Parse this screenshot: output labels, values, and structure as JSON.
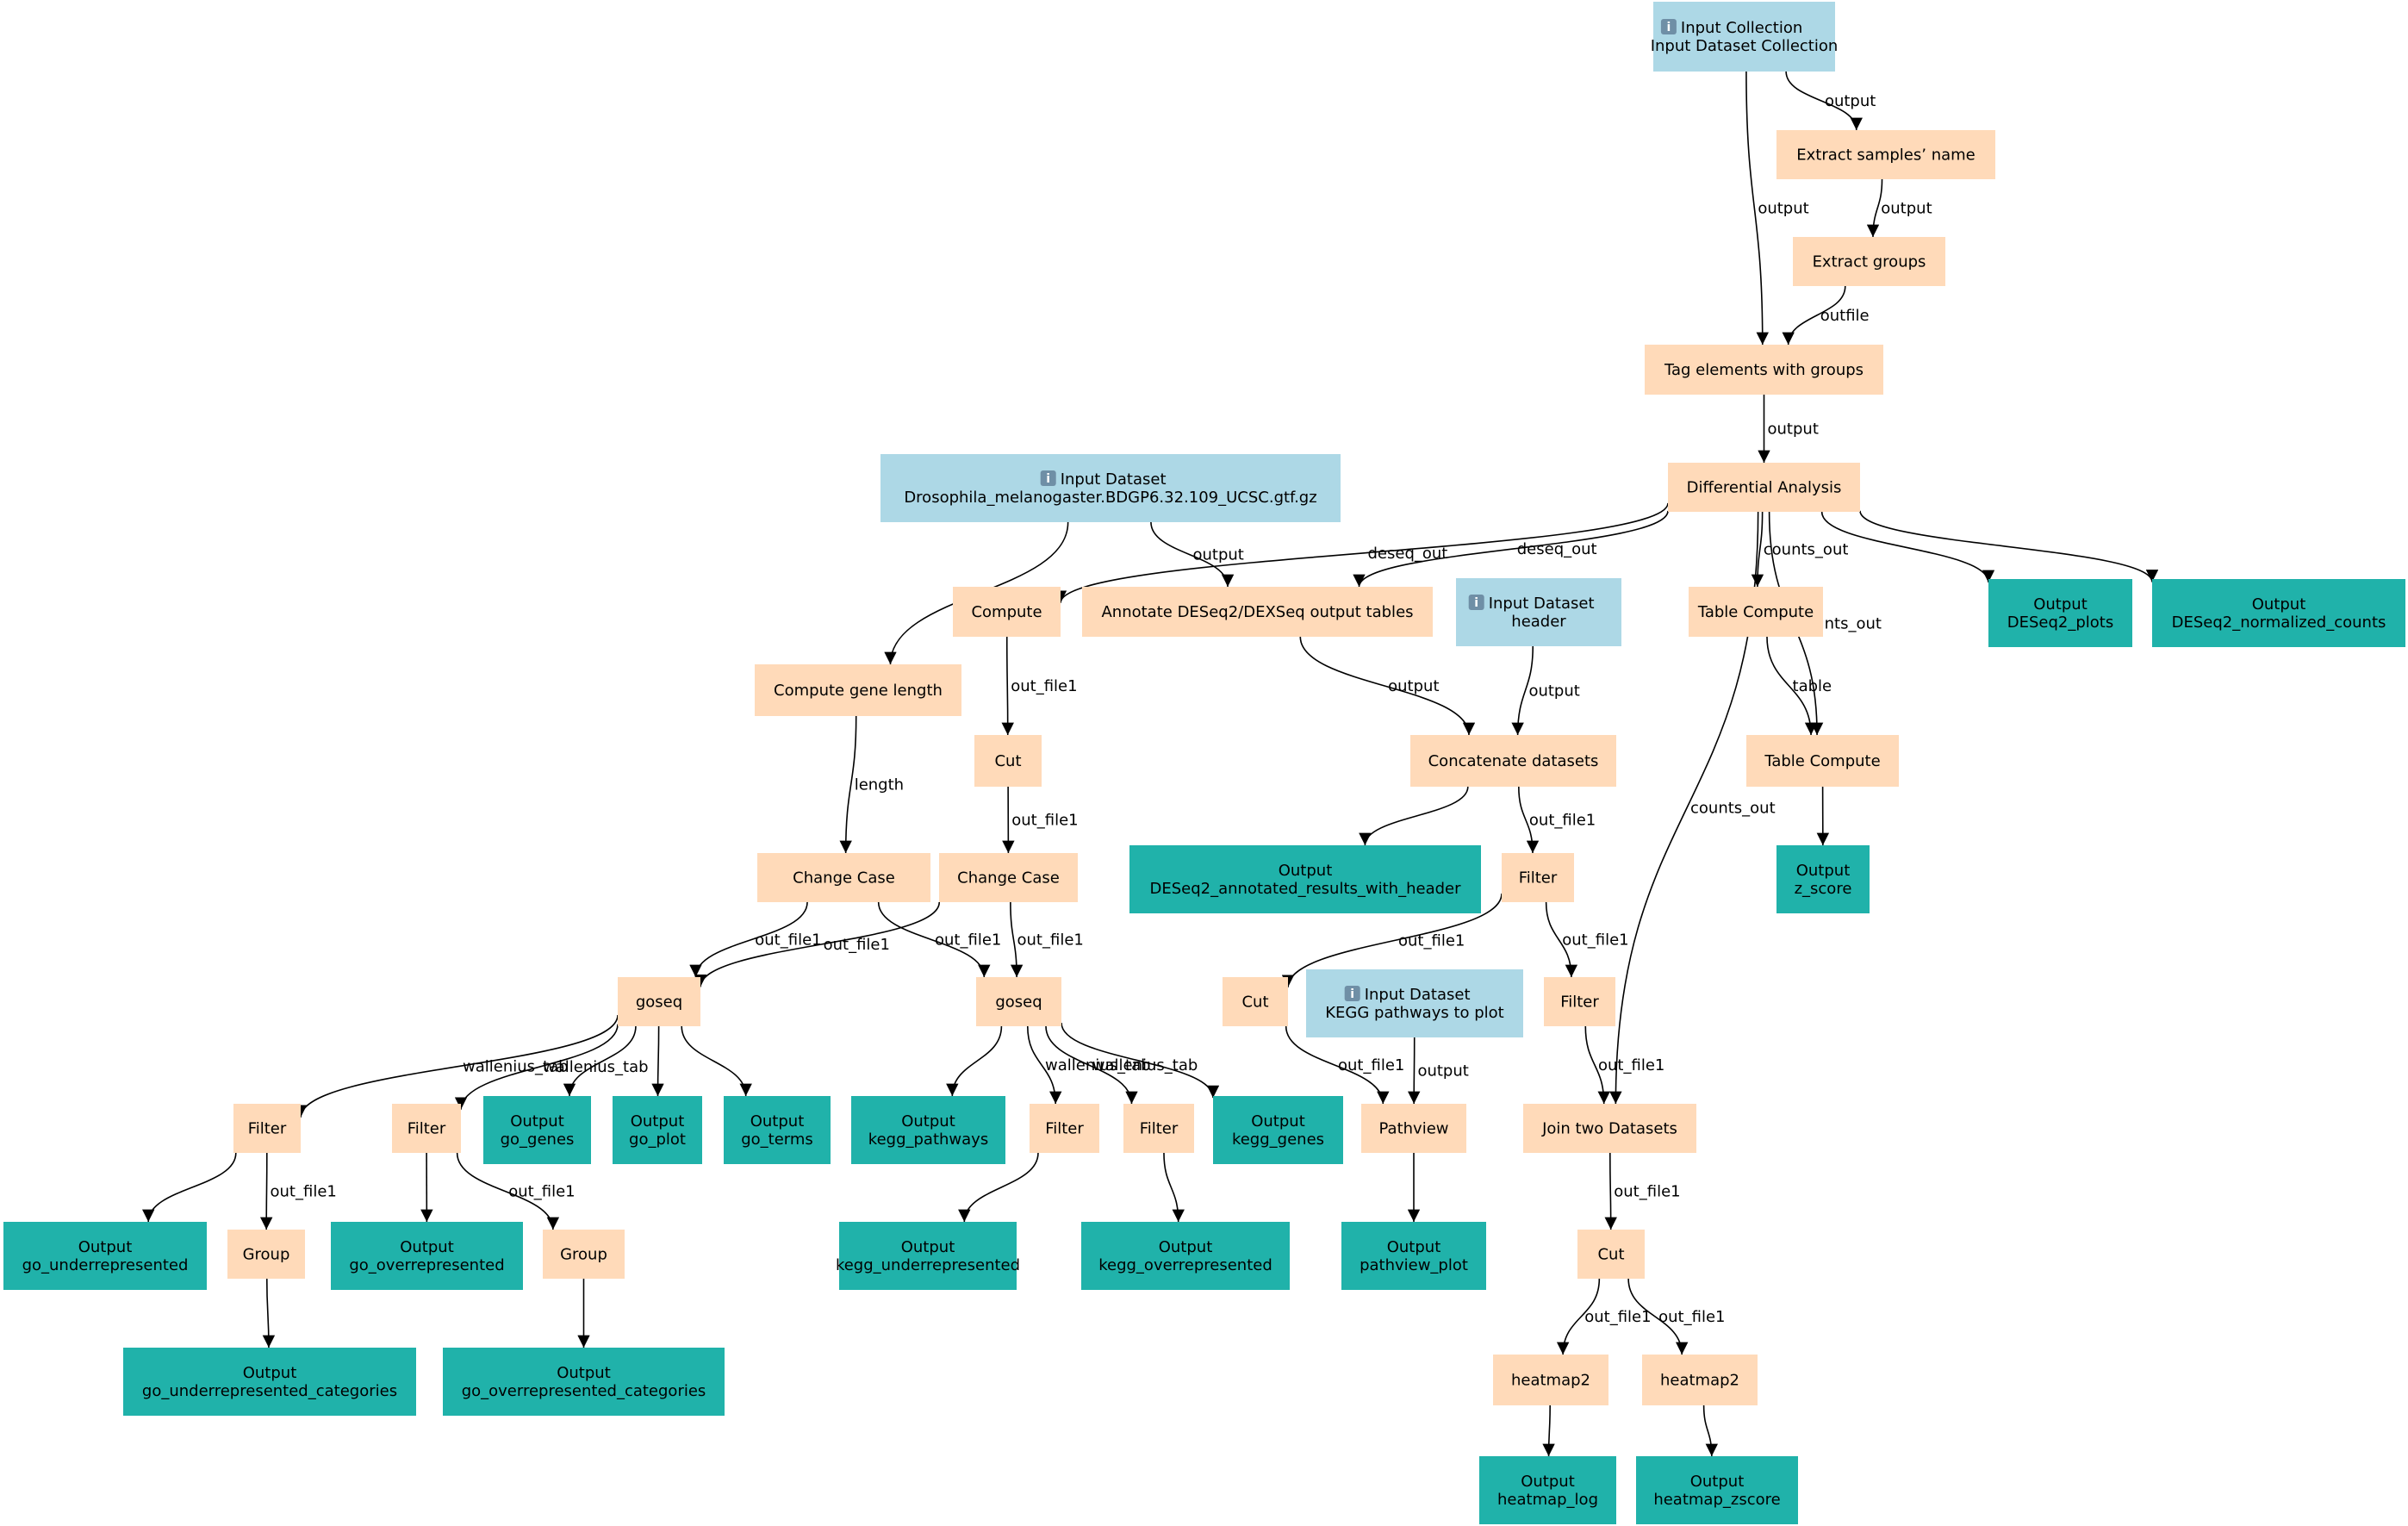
{
  "colors": {
    "input": "#add8e6",
    "step": "#ffdab9",
    "output": "#20b2aa",
    "edge": "#000000"
  },
  "nodes": [
    {
      "id": "n0",
      "kind": "input",
      "icon": "info-icon",
      "lines": [
        "Input Collection",
        "Input Dataset Collection"
      ]
    },
    {
      "id": "n1",
      "kind": "step",
      "lines": [
        "Extract samples’ name"
      ]
    },
    {
      "id": "n2",
      "kind": "step",
      "lines": [
        "Extract groups"
      ]
    },
    {
      "id": "n3",
      "kind": "step",
      "lines": [
        "Tag elements with groups"
      ]
    },
    {
      "id": "n4",
      "kind": "step",
      "lines": [
        "Differential Analysis"
      ]
    },
    {
      "id": "n5",
      "kind": "input",
      "icon": "info-icon",
      "lines": [
        "Input Dataset",
        "Drosophila_melanogaster.BDGP6.32.109_UCSC.gtf.gz"
      ]
    },
    {
      "id": "n6",
      "kind": "step",
      "lines": [
        "Compute"
      ]
    },
    {
      "id": "n7",
      "kind": "step",
      "lines": [
        "Annotate DESeq2/DEXSeq output tables"
      ]
    },
    {
      "id": "n8",
      "kind": "input",
      "icon": "info-icon",
      "lines": [
        "Input Dataset",
        "header"
      ]
    },
    {
      "id": "n9",
      "kind": "step",
      "lines": [
        "Table Compute"
      ]
    },
    {
      "id": "n10",
      "kind": "output",
      "lines": [
        "Output",
        "DESeq2_plots"
      ]
    },
    {
      "id": "n11",
      "kind": "output",
      "lines": [
        "Output",
        "DESeq2_normalized_counts"
      ]
    },
    {
      "id": "n12",
      "kind": "step",
      "lines": [
        "Compute gene length"
      ]
    },
    {
      "id": "n13",
      "kind": "step",
      "lines": [
        "Cut"
      ]
    },
    {
      "id": "n14",
      "kind": "step",
      "lines": [
        "Concatenate datasets"
      ]
    },
    {
      "id": "n15",
      "kind": "step",
      "lines": [
        "Table Compute"
      ]
    },
    {
      "id": "n16",
      "kind": "step",
      "lines": [
        "Change Case"
      ]
    },
    {
      "id": "n17",
      "kind": "step",
      "lines": [
        "Change Case"
      ]
    },
    {
      "id": "n18",
      "kind": "output",
      "lines": [
        "Output",
        "DESeq2_annotated_results_with_header"
      ]
    },
    {
      "id": "n19",
      "kind": "step",
      "lines": [
        "Filter"
      ]
    },
    {
      "id": "n20",
      "kind": "output",
      "lines": [
        "Output",
        "z_score"
      ]
    },
    {
      "id": "n21",
      "kind": "step",
      "lines": [
        "goseq"
      ]
    },
    {
      "id": "n22",
      "kind": "step",
      "lines": [
        "goseq"
      ]
    },
    {
      "id": "n23",
      "kind": "step",
      "lines": [
        "Cut"
      ]
    },
    {
      "id": "n24",
      "kind": "input",
      "icon": "info-icon",
      "lines": [
        "Input Dataset",
        "KEGG pathways to plot"
      ]
    },
    {
      "id": "n25",
      "kind": "step",
      "lines": [
        "Filter"
      ]
    },
    {
      "id": "n26",
      "kind": "step",
      "lines": [
        "Filter"
      ]
    },
    {
      "id": "n27",
      "kind": "step",
      "lines": [
        "Filter"
      ]
    },
    {
      "id": "n28",
      "kind": "output",
      "lines": [
        "Output",
        "go_genes"
      ]
    },
    {
      "id": "n29",
      "kind": "output",
      "lines": [
        "Output",
        "go_plot"
      ]
    },
    {
      "id": "n30",
      "kind": "output",
      "lines": [
        "Output",
        "go_terms"
      ]
    },
    {
      "id": "n31",
      "kind": "output",
      "lines": [
        "Output",
        "kegg_pathways"
      ]
    },
    {
      "id": "n32",
      "kind": "step",
      "lines": [
        "Filter"
      ]
    },
    {
      "id": "n33",
      "kind": "step",
      "lines": [
        "Filter"
      ]
    },
    {
      "id": "n34",
      "kind": "output",
      "lines": [
        "Output",
        "kegg_genes"
      ]
    },
    {
      "id": "n35",
      "kind": "step",
      "lines": [
        "Pathview"
      ]
    },
    {
      "id": "n36",
      "kind": "step",
      "lines": [
        "Join two Datasets"
      ]
    },
    {
      "id": "n37",
      "kind": "output",
      "lines": [
        "Output",
        "go_underrepresented"
      ]
    },
    {
      "id": "n38",
      "kind": "step",
      "lines": [
        "Group"
      ]
    },
    {
      "id": "n39",
      "kind": "output",
      "lines": [
        "Output",
        "go_overrepresented"
      ]
    },
    {
      "id": "n40",
      "kind": "step",
      "lines": [
        "Group"
      ]
    },
    {
      "id": "n41",
      "kind": "output",
      "lines": [
        "Output",
        "kegg_underrepresented"
      ]
    },
    {
      "id": "n42",
      "kind": "output",
      "lines": [
        "Output",
        "kegg_overrepresented"
      ]
    },
    {
      "id": "n43",
      "kind": "output",
      "lines": [
        "Output",
        "pathview_plot"
      ]
    },
    {
      "id": "n44",
      "kind": "step",
      "lines": [
        "Cut"
      ]
    },
    {
      "id": "n45",
      "kind": "output",
      "lines": [
        "Output",
        "go_underrepresented_categories"
      ]
    },
    {
      "id": "n46",
      "kind": "output",
      "lines": [
        "Output",
        "go_overrepresented_categories"
      ]
    },
    {
      "id": "n47",
      "kind": "step",
      "lines": [
        "heatmap2"
      ]
    },
    {
      "id": "n48",
      "kind": "step",
      "lines": [
        "heatmap2"
      ]
    },
    {
      "id": "n49",
      "kind": "output",
      "lines": [
        "Output",
        "heatmap_log"
      ]
    },
    {
      "id": "n50",
      "kind": "output",
      "lines": [
        "Output",
        "heatmap_zscore"
      ]
    }
  ],
  "edges": [
    {
      "from": "n0",
      "to": "n1",
      "label": "output"
    },
    {
      "from": "n0",
      "to": "n3",
      "label": "output"
    },
    {
      "from": "n1",
      "to": "n2",
      "label": "output"
    },
    {
      "from": "n2",
      "to": "n3",
      "label": "outfile"
    },
    {
      "from": "n3",
      "to": "n4",
      "label": "output"
    },
    {
      "from": "n4",
      "to": "n6",
      "label": "deseq_out"
    },
    {
      "from": "n4",
      "to": "n7",
      "label": "deseq_out"
    },
    {
      "from": "n4",
      "to": "n9",
      "label": "counts_out"
    },
    {
      "from": "n4",
      "to": "n15",
      "label": "counts_out"
    },
    {
      "from": "n4",
      "to": "n10",
      "label": ""
    },
    {
      "from": "n4",
      "to": "n11",
      "label": ""
    },
    {
      "from": "n4",
      "to": "n36",
      "label": "counts_out"
    },
    {
      "from": "n5",
      "to": "n12",
      "label": "output"
    },
    {
      "from": "n5",
      "to": "n7",
      "label": "output"
    },
    {
      "from": "n6",
      "to": "n13",
      "label": "out_file1"
    },
    {
      "from": "n7",
      "to": "n14",
      "label": "output"
    },
    {
      "from": "n8",
      "to": "n14",
      "label": "output"
    },
    {
      "from": "n9",
      "to": "n15",
      "label": "table"
    },
    {
      "from": "n12",
      "to": "n16",
      "label": "length"
    },
    {
      "from": "n13",
      "to": "n17",
      "label": "out_file1"
    },
    {
      "from": "n14",
      "to": "n18",
      "label": ""
    },
    {
      "from": "n14",
      "to": "n19",
      "label": "out_file1"
    },
    {
      "from": "n15",
      "to": "n20",
      "label": ""
    },
    {
      "from": "n16",
      "to": "n21",
      "label": "out_file1"
    },
    {
      "from": "n16",
      "to": "n22",
      "label": "out_file1"
    },
    {
      "from": "n17",
      "to": "n21",
      "label": "out_file1"
    },
    {
      "from": "n17",
      "to": "n22",
      "label": "out_file1"
    },
    {
      "from": "n19",
      "to": "n23",
      "label": "out_file1"
    },
    {
      "from": "n19",
      "to": "n27",
      "label": "out_file1"
    },
    {
      "from": "n21",
      "to": "n25",
      "label": "wallenius_tab"
    },
    {
      "from": "n21",
      "to": "n26",
      "label": "wallenius_tab"
    },
    {
      "from": "n21",
      "to": "n28",
      "label": ""
    },
    {
      "from": "n21",
      "to": "n29",
      "label": ""
    },
    {
      "from": "n21",
      "to": "n30",
      "label": ""
    },
    {
      "from": "n22",
      "to": "n31",
      "label": ""
    },
    {
      "from": "n22",
      "to": "n32",
      "label": "wallenius_tab"
    },
    {
      "from": "n22",
      "to": "n33",
      "label": "wallenius_tab"
    },
    {
      "from": "n22",
      "to": "n34",
      "label": ""
    },
    {
      "from": "n23",
      "to": "n35",
      "label": "out_file1"
    },
    {
      "from": "n24",
      "to": "n35",
      "label": "output"
    },
    {
      "from": "n27",
      "to": "n36",
      "label": "out_file1"
    },
    {
      "from": "n25",
      "to": "n37",
      "label": ""
    },
    {
      "from": "n25",
      "to": "n38",
      "label": "out_file1"
    },
    {
      "from": "n26",
      "to": "n39",
      "label": ""
    },
    {
      "from": "n26",
      "to": "n40",
      "label": "out_file1"
    },
    {
      "from": "n32",
      "to": "n41",
      "label": ""
    },
    {
      "from": "n33",
      "to": "n42",
      "label": ""
    },
    {
      "from": "n35",
      "to": "n43",
      "label": ""
    },
    {
      "from": "n36",
      "to": "n44",
      "label": "out_file1"
    },
    {
      "from": "n38",
      "to": "n45",
      "label": ""
    },
    {
      "from": "n40",
      "to": "n46",
      "label": ""
    },
    {
      "from": "n44",
      "to": "n47",
      "label": "out_file1"
    },
    {
      "from": "n44",
      "to": "n48",
      "label": "out_file1"
    },
    {
      "from": "n47",
      "to": "n49",
      "label": ""
    },
    {
      "from": "n48",
      "to": "n50",
      "label": ""
    }
  ]
}
